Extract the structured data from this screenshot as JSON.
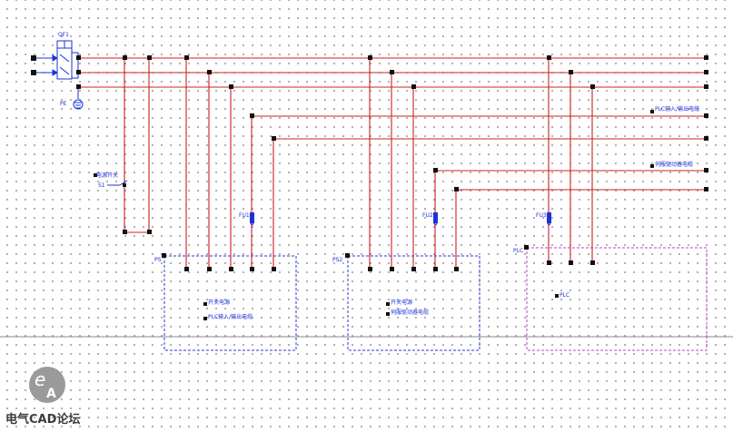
{
  "diagram": {
    "breaker_label": "QF1",
    "pe_label": "PE",
    "power_switch_label": "电源开关",
    "switch_tag": "S1",
    "fuse_labels": [
      "FU1",
      "FU2",
      "FU3"
    ],
    "plc_labels": [
      "PS",
      "PS2",
      "PLC"
    ],
    "cable_labels": {
      "io_cable_top": "PLC输入/输出电缆",
      "drive_cable_top": "伺服驱动器电缆"
    },
    "box1_lines": [
      "开关电源",
      "PLC输入/输出电缆"
    ],
    "box2_lines": [
      "开关电源",
      "伺服驱动器电缆"
    ],
    "box3_lines": [
      "PLC"
    ]
  },
  "watermark": {
    "logo_letters": "eA",
    "text": "电气CAD论坛"
  },
  "colors": {
    "wire": "#cc2020",
    "device": "#1a34d6",
    "terminal": "#111111",
    "box_blue": "#2a3ad8",
    "box_magenta": "#c040c0",
    "divider": "#8a8a8a",
    "grid_dot": "#6a6a6a"
  }
}
